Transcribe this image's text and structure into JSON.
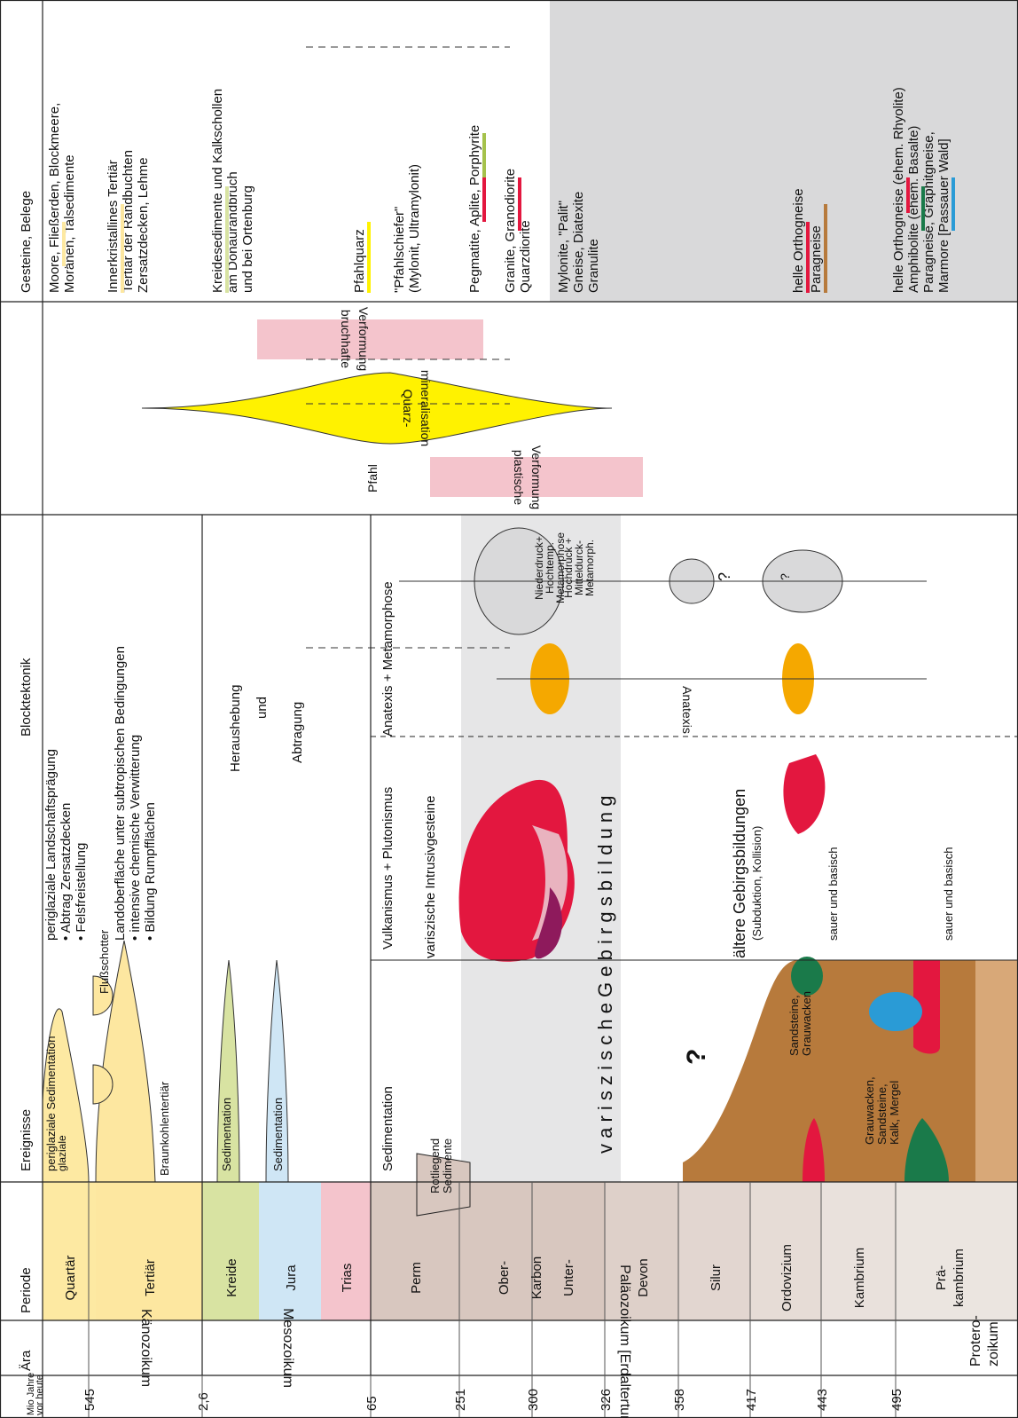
{
  "headers": {
    "time": [
      "Mio Jahre",
      "vor heute"
    ],
    "era": "Ära",
    "period": "Periode",
    "events": "Ereignisse",
    "block": "Blocktektonik",
    "rocks": "Gesteine, Belege"
  },
  "ages": [
    "2,6",
    "65",
    "251",
    "300",
    "326",
    "358",
    "417",
    "443",
    "495",
    "545"
  ],
  "eras": {
    "kaeno": "Känozoikum",
    "meso": "Mesozoikum",
    "palaeo": "Paläozoikum [Erdaltertum]",
    "protero": [
      "Protero-",
      "zoikum"
    ]
  },
  "periods": {
    "quartaer": "Quartär",
    "tertiaer": "Tertiär",
    "kreide": "Kreide",
    "jura": "Jura",
    "trias": "Trias",
    "perm": "Perm",
    "ober": "Ober-",
    "karbon": "Karbon",
    "unter": "Unter-",
    "devon": "Devon",
    "silur": "Silur",
    "ordovizium": "Ordovizium",
    "kambrium": "Kambrium",
    "praekambrium": [
      "Prä-",
      "kambrium"
    ]
  },
  "events": {
    "periglazial_sed": "periglaziale Sedimentation",
    "glaziale": "glaziale",
    "flussschotter": "Flußschotter",
    "braunkohle": "Braunkohlentertiär",
    "periglazial_title": "periglaziale Landschaftsprägung",
    "periglazial_b1": "• Abtrag Zersatzdecken",
    "periglazial_b2": "• Felsfreistellung",
    "landober_title": "Landoberfläche unter subtropischen Bedingungen",
    "landober_b1": "• intensive chemische Verwitterung",
    "landober_b2": "• Bildung Rumpfflächen",
    "sed_kreide": "Sedimentation",
    "sed_jura": "Sedimentation",
    "heraushebung": "Heraushebung",
    "und": "und",
    "abtragung": "Abtragung",
    "sedimentation_head": "Sedimentation",
    "vulkanismus_head": "Vulkanismus + Plutonismus",
    "anatexis_head": "Anatexis + Metamorphose",
    "rotliegend": [
      "Rotliegend",
      "Sedimente"
    ],
    "question": "?",
    "variszische_geb": "v a r i s z i s c h e   G e b i r g s b i l d u n g",
    "intrusiv": "variszische Intrusivgesteine",
    "aeltere": "ältere Gebirgsbildungen",
    "subduktion": "(Subduktion, Kollision)",
    "sauer1": "sauer und basisch",
    "sauer2": "sauer und basisch",
    "sandsteine": [
      "Sandsteine,",
      "Grauwacken"
    ],
    "grauwacken": [
      "Grauwacken,",
      "Sandsteine,",
      "Kalk, Mergel"
    ],
    "anatexis_label": "Anatexis",
    "niederdruck": [
      "Niederdruck+",
      "Hochtemp.",
      "Metamorphose"
    ],
    "hochdruck": [
      "Hochdruck +",
      "Mitteldurck-",
      "Metamorph."
    ],
    "q2": "?",
    "q3": "?"
  },
  "block": {
    "bruchhafte": [
      "bruchhafte",
      "Verformung"
    ],
    "quarz": [
      "Quarz-",
      "mineralisation"
    ],
    "pfahl": "Pfahl",
    "plastische": [
      "plastische",
      "Verformung"
    ]
  },
  "rocks": {
    "g1": [
      "Moore, Fließerden, Blockmeere,",
      "Moränen, Talsedimente"
    ],
    "g2": [
      "Innerkristallines Tertiär",
      "Tertiär der Randbuchten",
      "Zersatzdecken, Lehme"
    ],
    "g3": [
      "Kreidesedimente und Kalkschollen",
      "am Donaurandbruch",
      "und bei Ortenburg"
    ],
    "g4": "Pfahlquarz",
    "g5": [
      "\"Pfahlschiefer\"",
      "(Mylonit, Ultramylonit)"
    ],
    "g6": "Pegmatite, Aplite, Porphyrite",
    "g7": [
      "Granite, Granodiorite",
      "Quarzdiorite"
    ],
    "g8": [
      "Mylonite, \"Palit\"",
      "Gneise, Diatexite",
      "Granulite"
    ],
    "g9": "helle Orthogneise",
    "g10": "Paragneise",
    "g11": [
      "helle Orthogneise (ehem. Rhyolite)",
      "Amphibolite (ehem. Basalte)",
      "Paragneise, Graphitgneise,",
      "Marmore [Passauer Wald]"
    ]
  },
  "colors": {
    "quartaer": "#fde9a2",
    "tertiaer": "#fde7a0",
    "kreide": "#d8e3a2",
    "jura": "#cfe6f5",
    "trias": "#f3c9cd",
    "palaeo": "#d8c7bf",
    "brown": "#b77a3c",
    "red": "#e3173f",
    "yellow": "#fff200",
    "pink": "#f4c4cc",
    "grey": "#d9d9da",
    "green": "#1a7a4a",
    "blue": "#2a9bd6"
  }
}
